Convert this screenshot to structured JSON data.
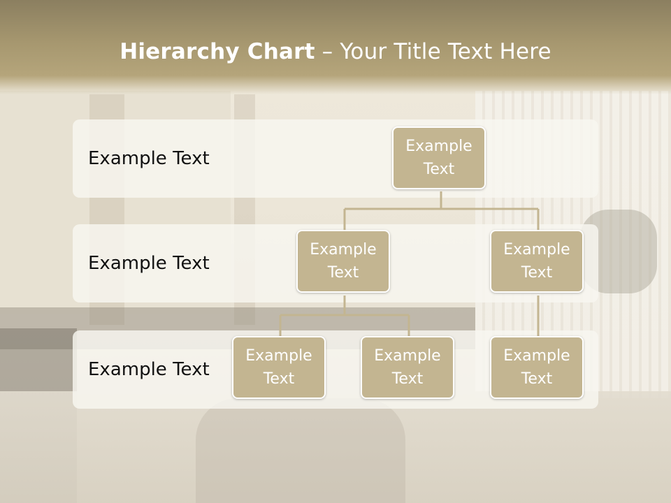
{
  "title": {
    "bold": "Hierarchy Chart",
    "rest": " – Your Title Text Here"
  },
  "levels": [
    {
      "label": "Example Text"
    },
    {
      "label": "Example Text"
    },
    {
      "label": "Example Text"
    }
  ],
  "nodes": {
    "root": {
      "line1": "Example",
      "line2": "Text"
    },
    "mid_left": {
      "line1": "Example",
      "line2": "Text"
    },
    "mid_right": {
      "line1": "Example",
      "line2": "Text"
    },
    "leaf_1": {
      "line1": "Example",
      "line2": "Text"
    },
    "leaf_2": {
      "line1": "Example",
      "line2": "Text"
    },
    "leaf_3": {
      "line1": "Example",
      "line2": "Text"
    }
  },
  "colors": {
    "node_fill": "#c3b591",
    "connector": "#c3b591",
    "header": "#a6976f"
  }
}
